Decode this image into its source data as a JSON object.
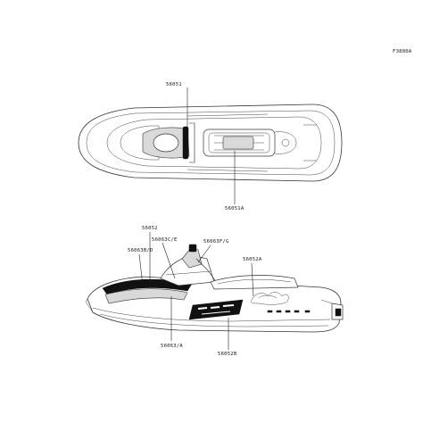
{
  "figure_code": "F3880A",
  "top_view": {
    "callouts": [
      {
        "id": "c-56051",
        "text": "56051"
      },
      {
        "id": "c-56051a",
        "text": "56051A"
      }
    ]
  },
  "side_view": {
    "callouts": [
      {
        "id": "c-56052",
        "text": "56052"
      },
      {
        "id": "c-56063ce",
        "text": "56063C/E"
      },
      {
        "id": "c-56063fg",
        "text": "56063F/G"
      },
      {
        "id": "c-56063bd",
        "text": "56063B/D"
      },
      {
        "id": "c-56052a",
        "text": "56052A"
      },
      {
        "id": "c-56063a",
        "text": "56063/A"
      },
      {
        "id": "c-56052b",
        "text": "56052B"
      }
    ]
  }
}
